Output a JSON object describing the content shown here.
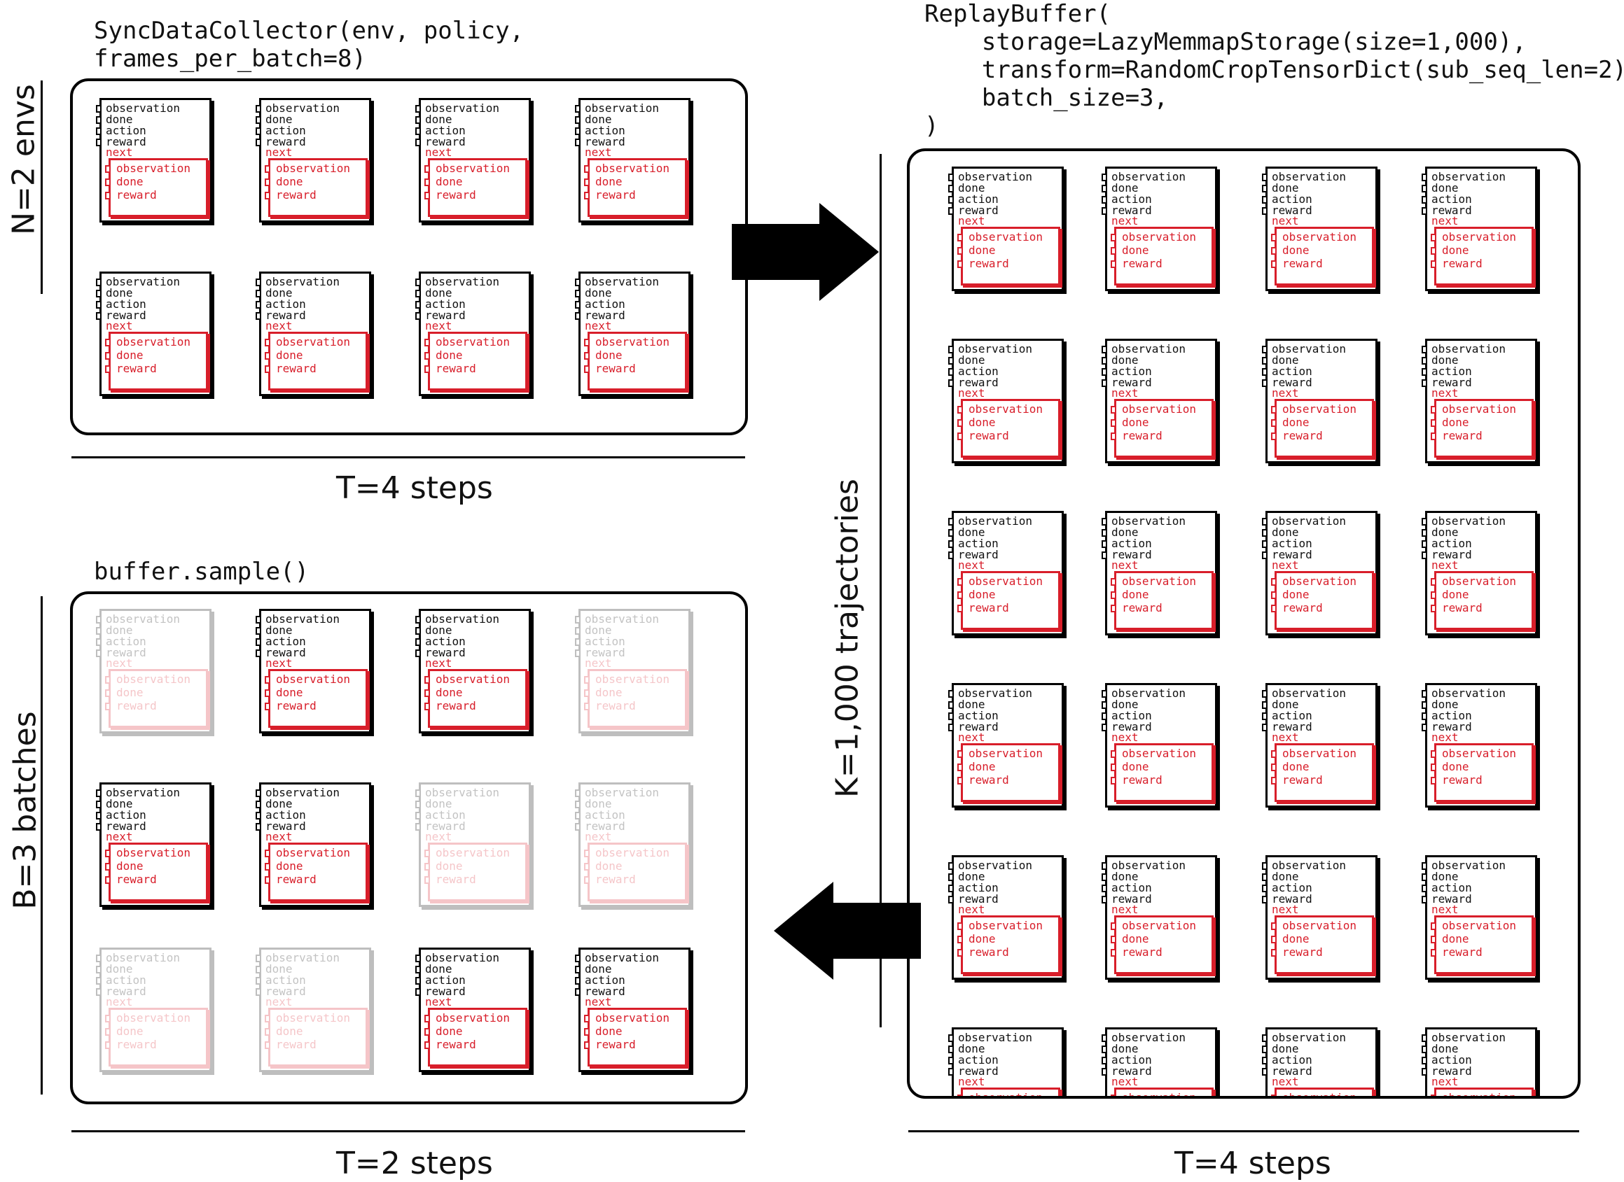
{
  "collector": {
    "code": "SyncDataCollector(env, policy,\nframes_per_batch=8)",
    "side_label": "N=2 envs",
    "bottom_label": "T=4 steps"
  },
  "replay_buffer": {
    "code": "ReplayBuffer(\n    storage=LazyMemmapStorage(size=1,000),\n    transform=RandomCropTensorDict(sub_seq_len=2),\n    batch_size=3,\n)",
    "side_label": "K=1,000 trajectories",
    "bottom_label": "T=4 steps"
  },
  "sample": {
    "code": "buffer.sample()",
    "side_label": "B=3 batches",
    "bottom_label": "T=2 steps",
    "active_mask": [
      [
        false,
        true,
        true,
        false
      ],
      [
        true,
        true,
        false,
        false
      ],
      [
        false,
        false,
        true,
        true
      ]
    ]
  },
  "tensordict": {
    "keys": [
      "observation",
      "done",
      "action",
      "reward"
    ],
    "next_label": "next",
    "next_keys": [
      "observation",
      "done",
      "reward"
    ]
  },
  "colors": {
    "black": "#000000",
    "next_red": "#d81e2a",
    "faded_opacity": 0.25
  },
  "arrows": [
    "right-arrow-icon",
    "left-arrow-icon"
  ]
}
